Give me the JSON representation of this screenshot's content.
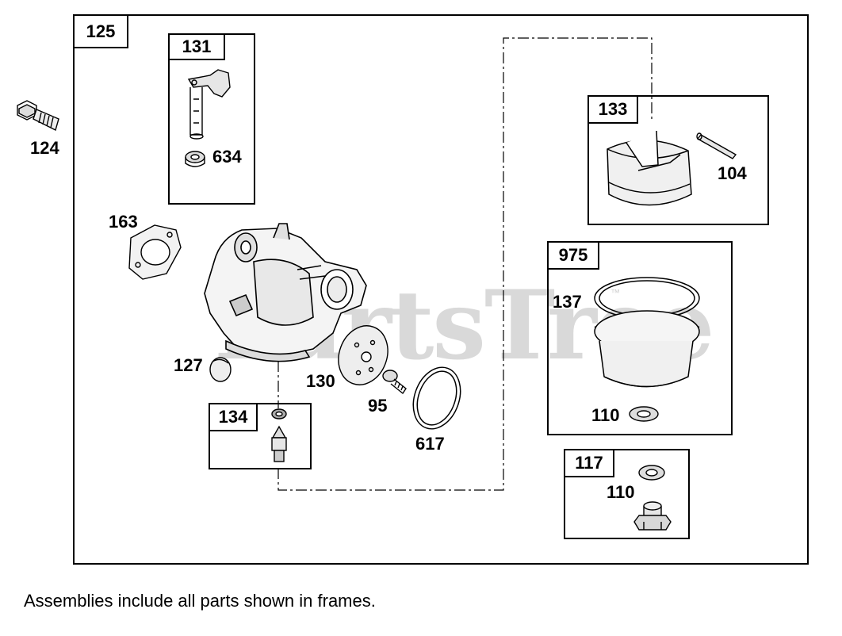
{
  "watermark": {
    "text": "PartsTree",
    "tm": "™"
  },
  "frames": {
    "main": "125",
    "f131": "131",
    "f133": "133",
    "f975": "975",
    "f134": "134",
    "f117": "117"
  },
  "parts": {
    "p124": "124",
    "p634": "634",
    "p163": "163",
    "p104": "104",
    "p137": "137",
    "p127": "127",
    "p130": "130",
    "p95": "95",
    "p617": "617",
    "p110a": "110",
    "p110b": "110"
  },
  "footer_note": "Assemblies include all parts shown in frames.",
  "colors": {
    "line": "#000000",
    "watermark": "#d9d9d9",
    "background": "#ffffff"
  }
}
